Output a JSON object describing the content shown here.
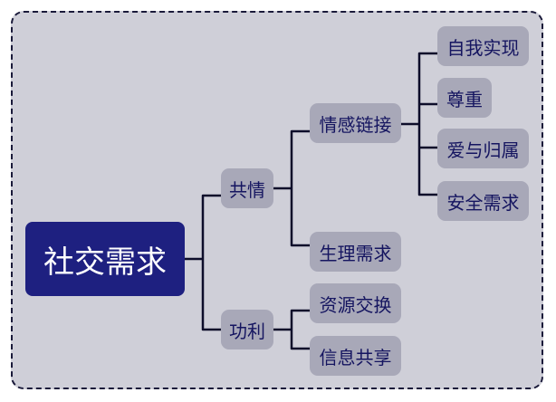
{
  "root": {
    "label": "社交需求"
  },
  "branches": {
    "gongqing": {
      "label": "共情"
    },
    "gongli": {
      "label": "功利"
    }
  },
  "nodes": {
    "qinggan": {
      "label": "情感链接"
    },
    "shengli": {
      "label": "生理需求"
    },
    "ziyuan": {
      "label": "资源交换"
    },
    "xinxi": {
      "label": "信息共享"
    },
    "ziwo": {
      "label": "自我实现"
    },
    "zunzhong": {
      "label": "尊重"
    },
    "ai": {
      "label": "爱与归属"
    },
    "anquan": {
      "label": "安全需求"
    }
  },
  "colors": {
    "root_fill": "#1e2080",
    "pill_fill": "#a8a8b8",
    "pill_text": "#151560",
    "background": "#cfcfd8",
    "line": "#0d0d2a"
  }
}
